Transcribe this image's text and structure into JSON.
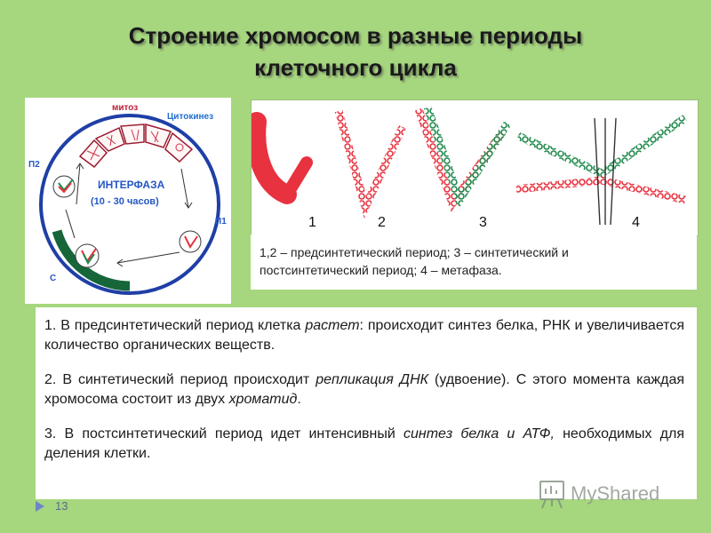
{
  "slide": {
    "title_line1": "Строение хромосом в разные периоды",
    "title_line2": "клеточного цикла",
    "page_number": "13"
  },
  "cycle": {
    "mitosis_label": "митоз",
    "cytokinesis_label": "Цитокинез",
    "interphase_label": "ИНТЕРФАЗА",
    "duration_label": "(10 - 30 часов)",
    "g2_label": "П2",
    "g1_label": "П1",
    "s_label": "С"
  },
  "chromosomes": {
    "labels": [
      "1",
      "2",
      "3",
      "4"
    ],
    "colors": {
      "red": "#e8323f",
      "green": "#1f8a4c"
    }
  },
  "caption": {
    "line1": "1,2 – предсинтетический период;  3 – синтетический и",
    "line2": "постсинтетический период; 4 –  метафаза."
  },
  "paragraphs": {
    "p1_a": "1. В предсинтетический период клетка ",
    "p1_em": "растет",
    "p1_b": ": происходит синтез белка, РНК и увеличивается количество органических веществ.",
    "p2_a": "2. В синтетический период происходит ",
    "p2_em1": "репликация ДНК",
    "p2_b": " (удвоение). С этого момента каждая хромосома состоит из двух ",
    "p2_em2": "хроматид",
    "p2_c": ".",
    "p3_a": "3. В постсинтетический период идет интенсивный ",
    "p3_em": "синтез белка и АТФ,",
    "p3_b": " необходимых для деления клетки."
  },
  "watermark": {
    "text": "MyShared",
    "icon": "presentation-board-icon"
  },
  "theme": {
    "background": "#a6d67e",
    "accent_blue": "#2457c5"
  }
}
